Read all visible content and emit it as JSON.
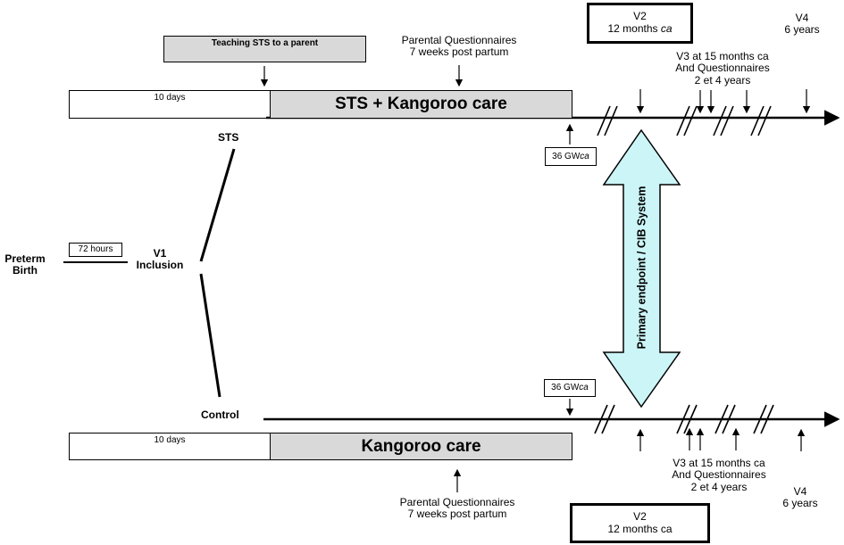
{
  "preterm_birth": "Preterm\nBirth",
  "box_72h": "72 hours",
  "v1_inclusion": "V1\nInclusion",
  "arm_sts_label": "STS",
  "arm_control_label": "Control",
  "top": {
    "teaching": "Teaching STS to a parent",
    "questionnaires": "Parental Questionnaires\n7 weeks post partum",
    "ten_days": "10 days",
    "care_label": "STS + Kangoroo care",
    "v2_line1": "V2",
    "v2_line2_prefix": "12 months ",
    "v2_line2_italic": "ca",
    "v3": "V3 at 15 months ca\nAnd Questionnaires\n2 et 4 years",
    "v4": "V4\n6 years",
    "gw_prefix": "36 GW",
    "gw_italic": "ca"
  },
  "bottom": {
    "ten_days": "10 days",
    "care_label": "Kangoroo care",
    "questionnaires": "Parental Questionnaires\n7 weeks post partum",
    "v2": "V2\n12 months ca",
    "v3": "V3 at 15 months ca\nAnd Questionnaires\n2 et 4 years",
    "v4": "V4\n6 years",
    "gw_prefix": "36 GW",
    "gw_italic": "ca"
  },
  "primary_endpoint": "Primary endpoint / CIB System",
  "colors": {
    "gray_box": "#d9d9d9",
    "big_arrow_fill": "#ccf5f7"
  }
}
